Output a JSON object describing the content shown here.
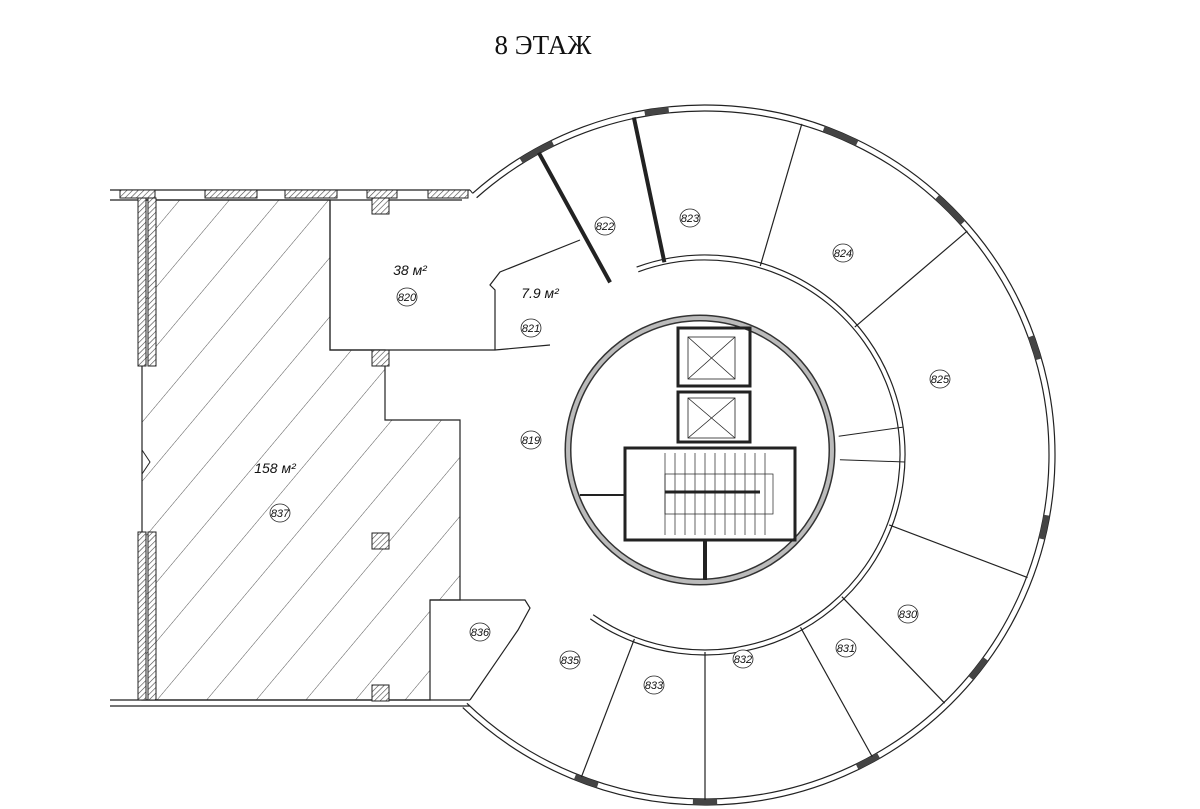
{
  "title": "8 ЭТАЖ",
  "rooms": [
    {
      "id": "819"
    },
    {
      "id": "820",
      "area": "38 м²"
    },
    {
      "id": "821",
      "area": "7.9 м²"
    },
    {
      "id": "822"
    },
    {
      "id": "823"
    },
    {
      "id": "824"
    },
    {
      "id": "825"
    },
    {
      "id": "830"
    },
    {
      "id": "831"
    },
    {
      "id": "832"
    },
    {
      "id": "833"
    },
    {
      "id": "835"
    },
    {
      "id": "836"
    },
    {
      "id": "837",
      "area": "158 м²"
    }
  ],
  "colors": {
    "line": "#222222",
    "hatch": "#555555",
    "background": "#ffffff"
  }
}
